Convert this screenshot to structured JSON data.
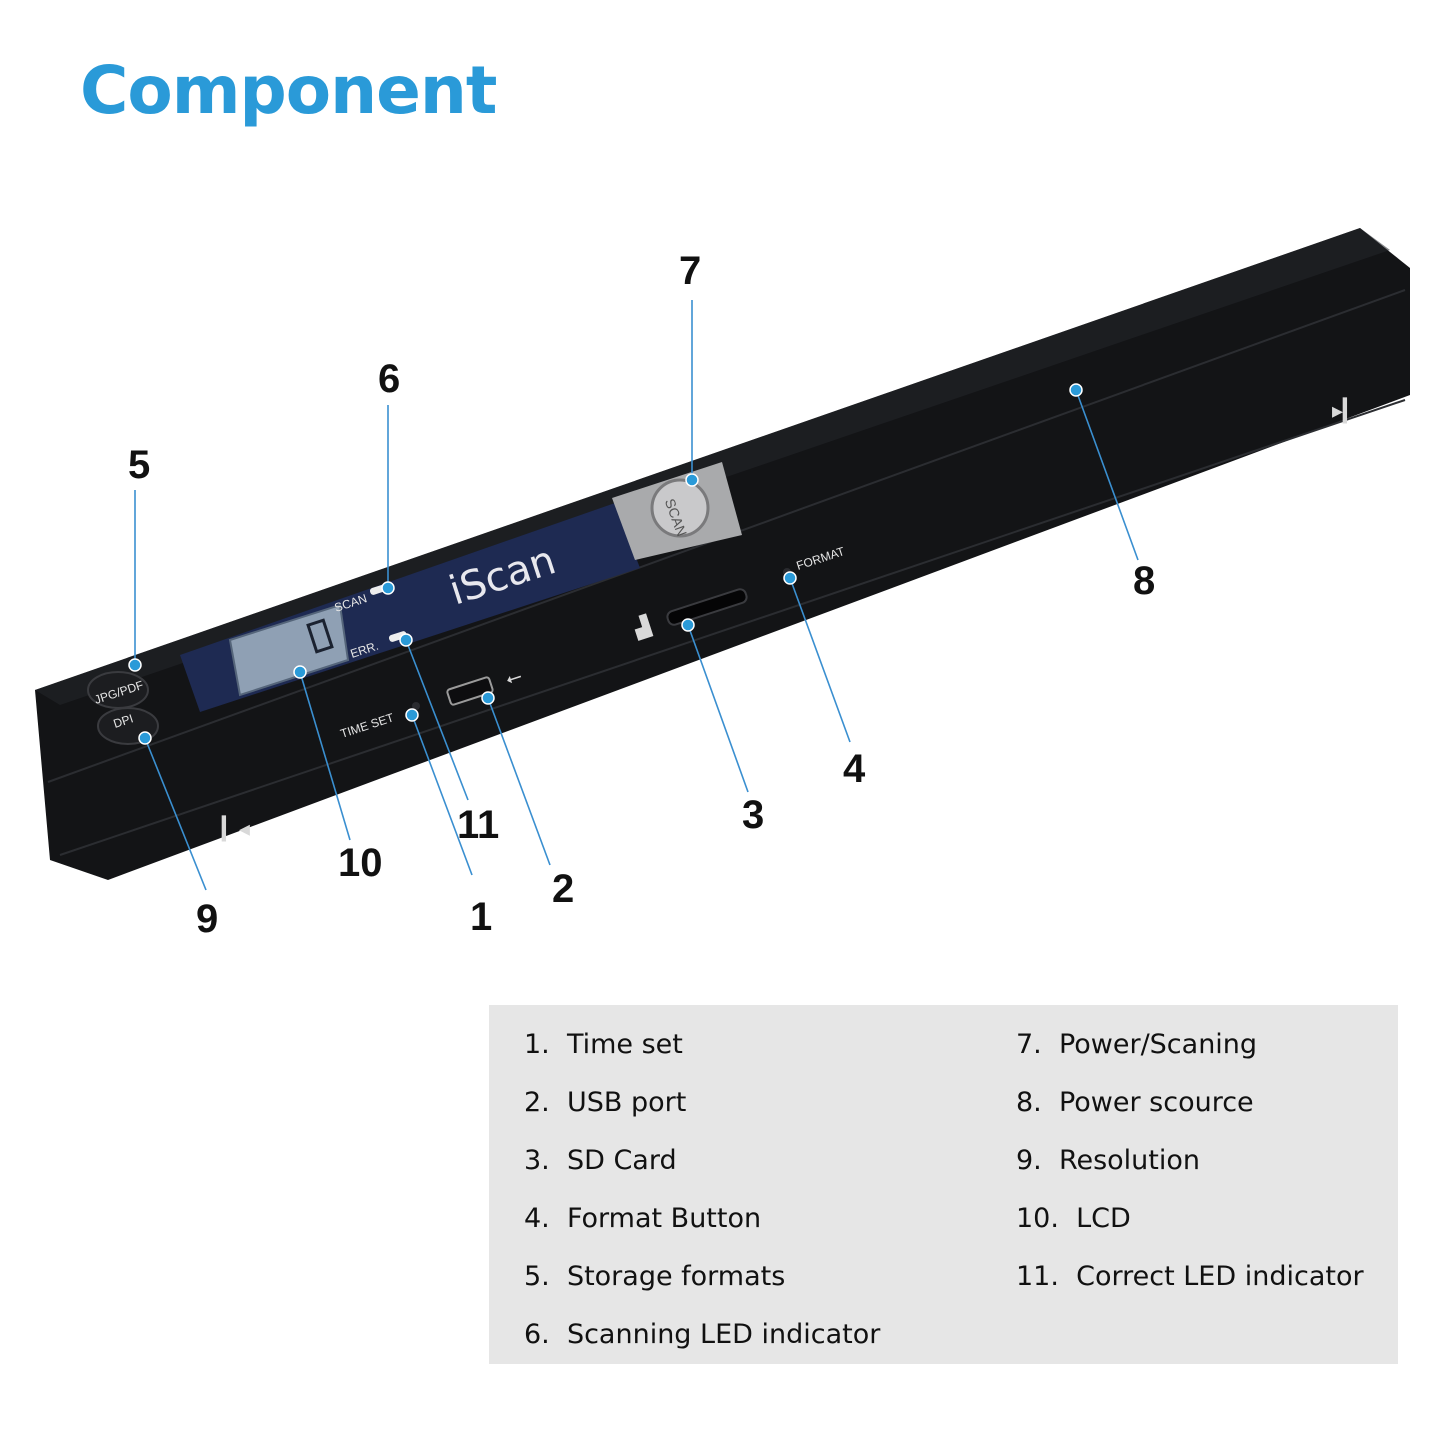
{
  "title": "Component",
  "colors": {
    "title": "#2a9ad8",
    "callout_line": "#3a8fd0",
    "callout_dot": "#2a9ad8",
    "device_body": "#131416",
    "display_panel": "#1e2a52",
    "scan_button_plate": "#a9aaac",
    "legend_background": "#e6e6e6"
  },
  "device": {
    "brand": "iScan",
    "button_jpg_pdf": "JPG/PDF",
    "button_dpi": "DPI",
    "label_scan": "SCAN",
    "label_err": "ERR.",
    "label_time_set": "TIME SET",
    "label_format": "FORMAT",
    "label_power_button": "SCAN"
  },
  "callouts": [
    "1",
    "2",
    "3",
    "4",
    "5",
    "6",
    "7",
    "8",
    "9",
    "10",
    "11"
  ],
  "legend": {
    "left": [
      {
        "num": "1.",
        "label": "Time set"
      },
      {
        "num": "2.",
        "label": "USB port"
      },
      {
        "num": "3.",
        "label": "SD Card"
      },
      {
        "num": "4.",
        "label": "Format Button"
      },
      {
        "num": "5.",
        "label": "Storage formats"
      },
      {
        "num": "6.",
        "label": "Scanning LED indicator"
      }
    ],
    "right": [
      {
        "num": "7.",
        "label": "Power/Scaning"
      },
      {
        "num": "8.",
        "label": "Power scource"
      },
      {
        "num": "9.",
        "label": "Resolution"
      },
      {
        "num": "10.",
        "label": "LCD"
      },
      {
        "num": "11.",
        "label": "Correct LED indicator"
      }
    ]
  }
}
